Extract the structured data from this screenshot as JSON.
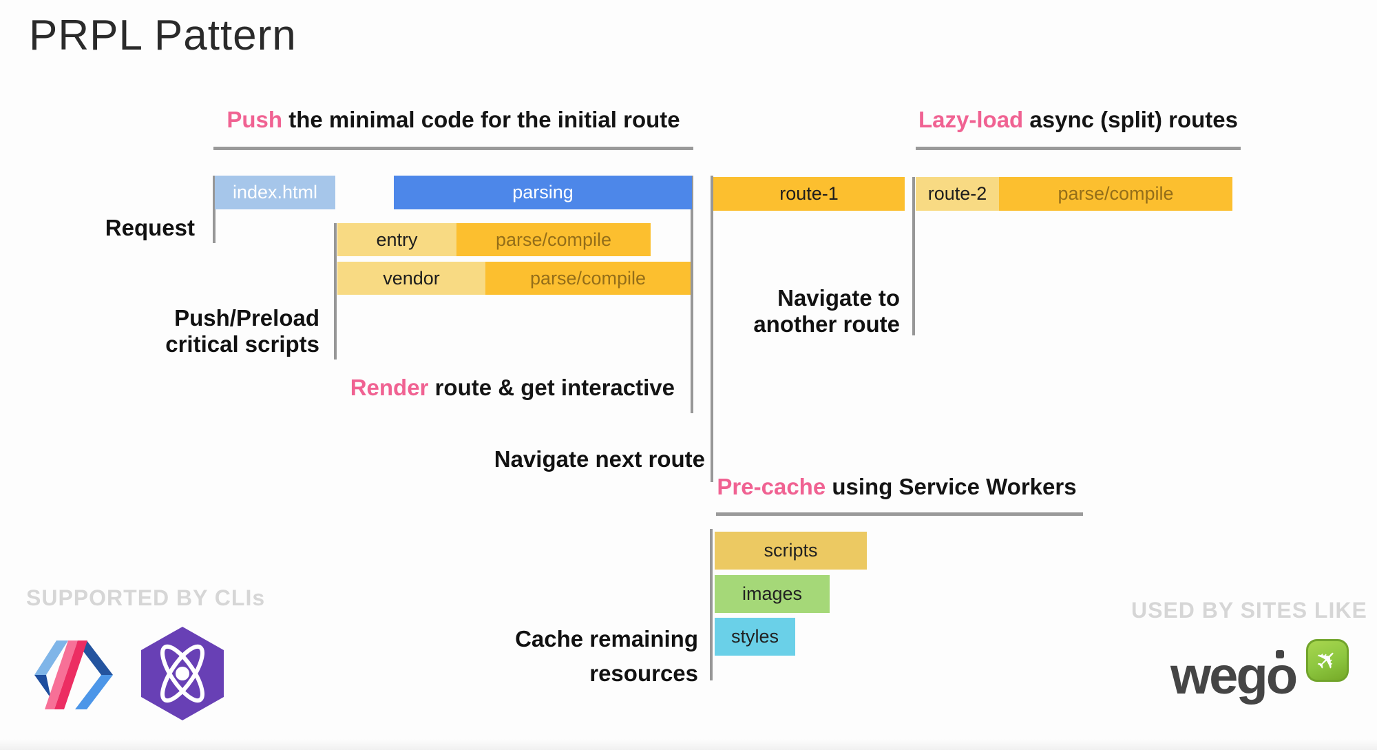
{
  "title": "PRPL Pattern",
  "headings": {
    "push": {
      "highlight": "Push",
      "rest": " the minimal code for the initial route"
    },
    "lazy_load": {
      "highlight": "Lazy-load",
      "rest": " async (split) routes"
    },
    "render": {
      "highlight": "Render",
      "rest": " route & get interactive"
    },
    "pre_cache": {
      "highlight": "Pre-cache",
      "rest": " using Service Workers"
    }
  },
  "labels": {
    "request": "Request",
    "push_preload": {
      "line1": "Push/Preload",
      "line2": "critical scripts"
    },
    "navigate_next": "Navigate next route",
    "navigate_to": {
      "line1": "Navigate to",
      "line2": "another route"
    },
    "cache_remaining": {
      "line1": "Cache remaining",
      "line2": "resources"
    }
  },
  "bars": {
    "index_html": "index.html",
    "parsing": "parsing",
    "entry": {
      "label": "entry",
      "detail": "parse/compile"
    },
    "vendor": {
      "label": "vendor",
      "detail": "parse/compile"
    },
    "route_1": "route-1",
    "route_2": {
      "label": "route-2",
      "detail": "parse/compile"
    },
    "scripts": "scripts",
    "images": "images",
    "styles": "styles"
  },
  "footer": {
    "left_caption": "SUPPORTED BY CLIs",
    "right_caption": "USED BY SITES LIKE",
    "wego_text": "wego"
  },
  "colors": {
    "accent_pink": "#F06292",
    "bar_blue": "#4D87E9",
    "bar_light_blue": "#A6C6EA",
    "bar_orange": "#FCBF2F",
    "bar_tan": "#F8DA83",
    "bar_gold": "#ECC962",
    "bar_green": "#A5D878",
    "bar_cyan": "#6AD0E8",
    "line_gray": "#979797",
    "caption_gray": "#D6D6D6",
    "wego_green": "#8CC63F",
    "preact_purple": "#6840B5"
  }
}
